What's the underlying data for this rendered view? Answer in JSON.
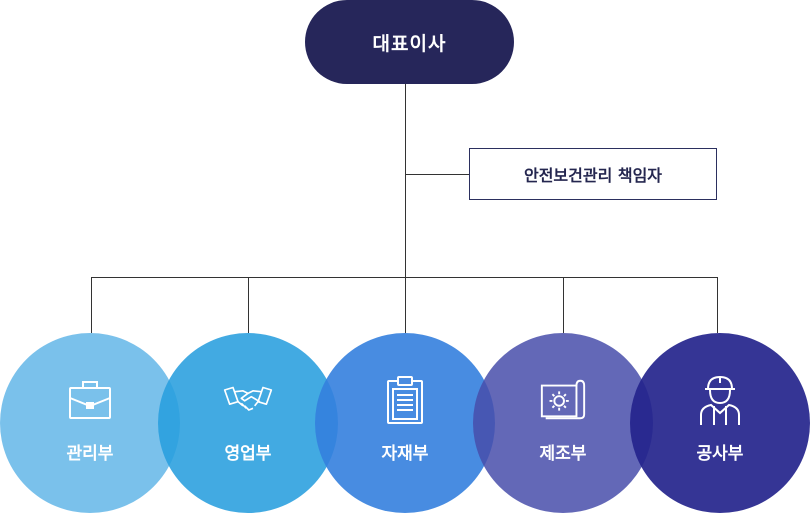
{
  "ceo": {
    "label": "대표이사",
    "color": "#26265a"
  },
  "safety_officer": {
    "label": "안전보건관리 책임자"
  },
  "departments": [
    {
      "label": "관리부",
      "icon": "briefcase-icon",
      "color": "rgba(104,184,232,0.88)"
    },
    {
      "label": "영업부",
      "icon": "handshake-icon",
      "color": "rgba(40,158,222,0.88)"
    },
    {
      "label": "자재부",
      "icon": "clipboard-icon",
      "color": "rgba(52,128,222,0.9)"
    },
    {
      "label": "제조부",
      "icon": "blueprint-gear-icon",
      "color": "rgba(72,78,170,0.85)"
    },
    {
      "label": "공사부",
      "icon": "construction-worker-icon",
      "color": "rgba(36,36,140,0.92)"
    }
  ],
  "colors": {
    "connector": "#333333",
    "officer_border": "#2b2f5e",
    "icon_stroke": "#ffffff"
  }
}
